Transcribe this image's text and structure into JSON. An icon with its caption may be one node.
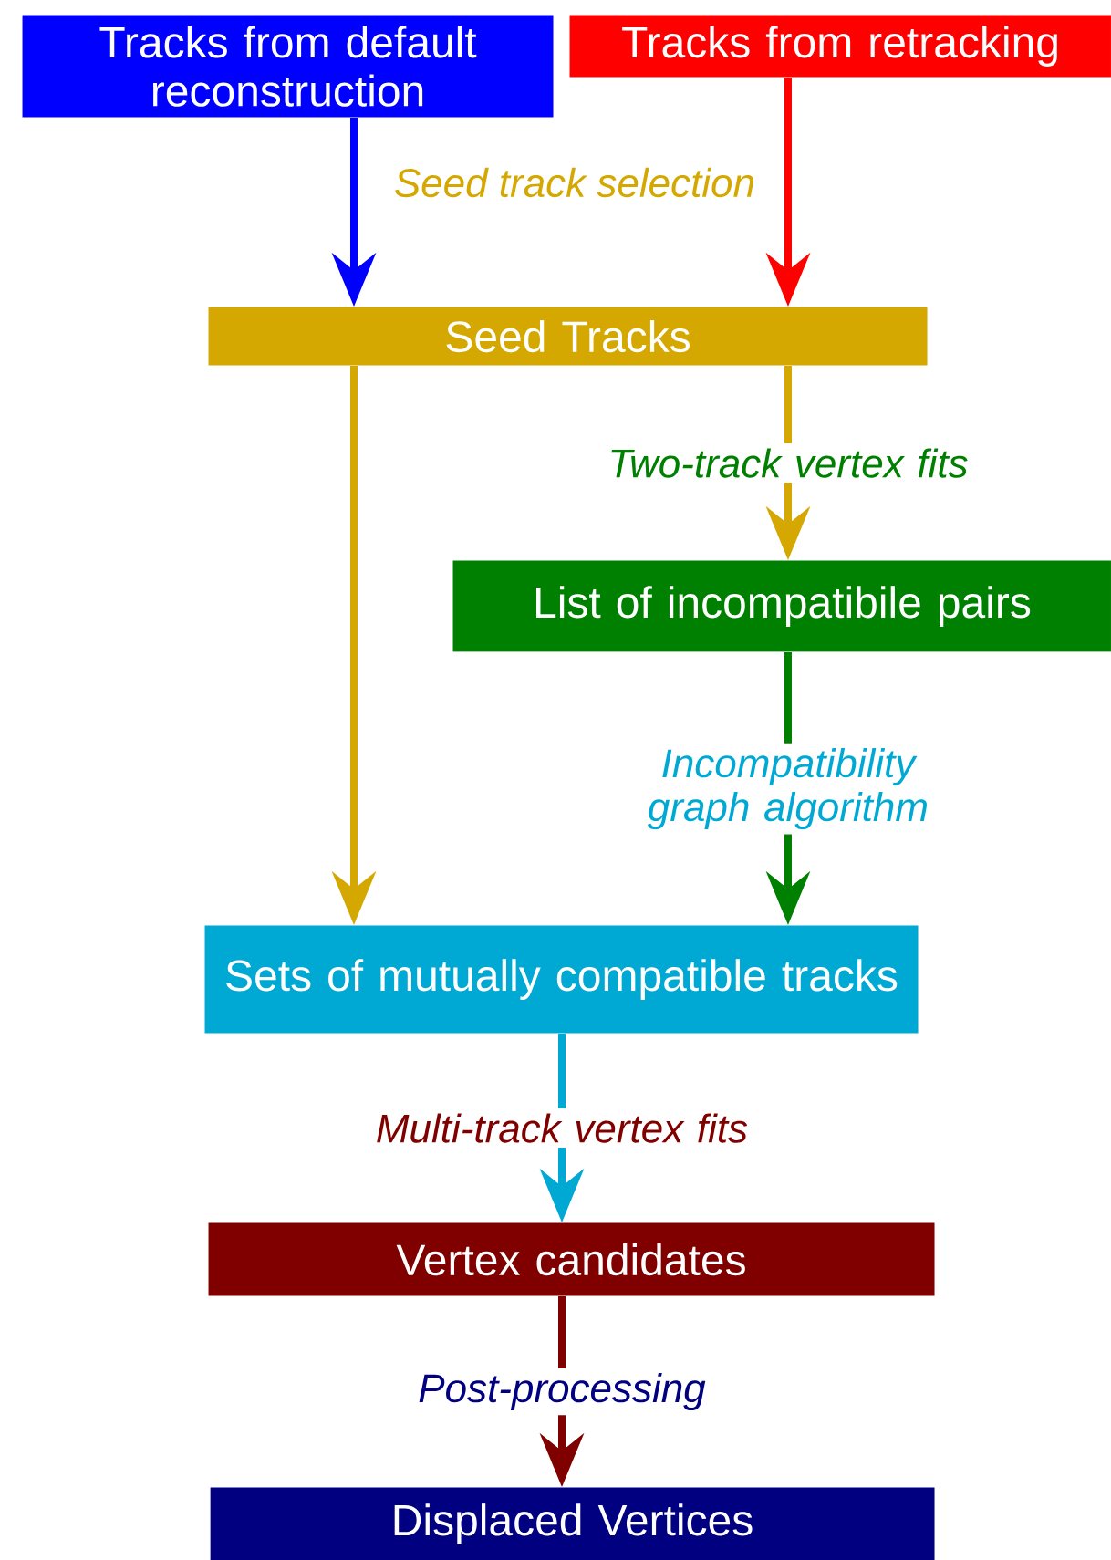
{
  "diagram": {
    "nodes": [
      {
        "text": [
          "Tracks from default reconstruction"
        ]
      },
      {
        "text": [
          "Tracks from retracking"
        ]
      },
      {
        "text": [
          "Seed Tracks"
        ]
      },
      {
        "text": [
          "List of incompatibile pairs"
        ]
      },
      {
        "text": [
          "Sets of mutually compatible tracks"
        ]
      },
      {
        "text": [
          "Vertex candidates"
        ]
      },
      {
        "text": [
          "Displaced Vertices"
        ]
      }
    ],
    "edges": [
      {
        "from": 0,
        "to": 2,
        "arrow": "to",
        "color": "#0000ff"
      },
      {
        "from": 1,
        "to": 2,
        "arrow": "to",
        "color": "#ff0000"
      },
      {
        "from": 2,
        "to": 3,
        "arrow": "to",
        "color": "#d4a800",
        "label": "Two-track vertex fits"
      },
      {
        "from": 2,
        "to": 4,
        "arrow": "to",
        "color": "#d4a800"
      },
      {
        "from": 3,
        "to": 4,
        "arrow": "to",
        "color": "#008000",
        "label": "Incompatibility graph algorithm"
      },
      {
        "from": 4,
        "to": 5,
        "arrow": "to",
        "color": "#00a8d4",
        "label": "Multi-track vertex fits"
      },
      {
        "from": 5,
        "to": 6,
        "arrow": "to",
        "color": "#800000",
        "label": "Post-processing"
      }
    ],
    "labels": [
      "Seed track selection"
    ]
  }
}
